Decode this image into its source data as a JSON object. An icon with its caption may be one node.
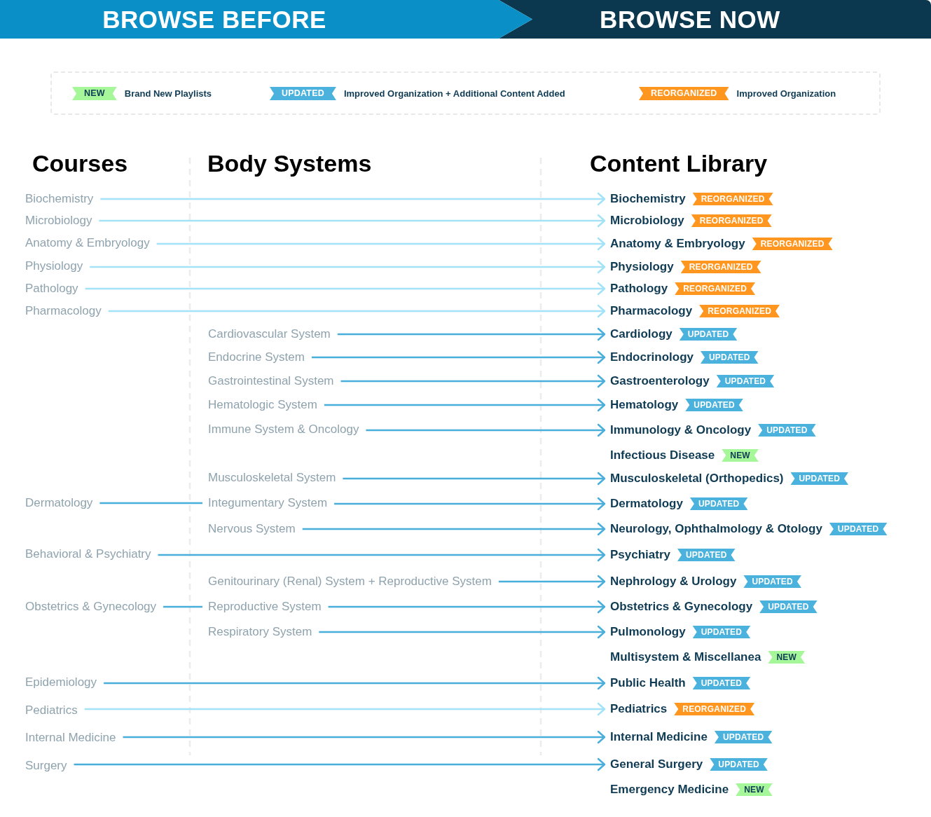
{
  "diagram": {
    "nodes": [
      {
        "text": [
          "BROWSE BEFORE"
        ]
      },
      {
        "text": [
          "BROWSE NOW"
        ]
      },
      {
        "text": [
          "Biochemistry"
        ]
      },
      {
        "text": [
          "Biochemistry"
        ],
        "beside": [
          "REORGANIZED"
        ]
      },
      {
        "text": [
          "Microbiology"
        ]
      },
      {
        "text": [
          "Microbiology"
        ],
        "beside": [
          "REORGANIZED"
        ]
      },
      {
        "text": [
          "Anatomy & Embryology"
        ]
      },
      {
        "text": [
          "Anatomy & Embryology"
        ],
        "beside": [
          "REORGANIZED"
        ]
      },
      {
        "text": [
          "Physiology"
        ]
      },
      {
        "text": [
          "Physiology"
        ],
        "beside": [
          "REORGANIZED"
        ]
      },
      {
        "text": [
          "Pathology"
        ]
      },
      {
        "text": [
          "Pathology"
        ],
        "beside": [
          "REORGANIZED"
        ]
      },
      {
        "text": [
          "Pharmacology"
        ]
      },
      {
        "text": [
          "Pharmacology"
        ],
        "beside": [
          "REORGANIZED"
        ]
      },
      {
        "text": [
          "Cardiovascular System"
        ]
      },
      {
        "text": [
          "Cardiology"
        ],
        "beside": [
          "UPDATED"
        ]
      },
      {
        "text": [
          "Endocrine System"
        ]
      },
      {
        "text": [
          "Endocrinology"
        ],
        "beside": [
          "UPDATED"
        ]
      },
      {
        "text": [
          "Gastrointestinal System"
        ]
      },
      {
        "text": [
          "Gastroenterology"
        ],
        "beside": [
          "UPDATED"
        ]
      },
      {
        "text": [
          "Hematologic System"
        ]
      },
      {
        "text": [
          "Hematology"
        ],
        "beside": [
          "UPDATED"
        ]
      },
      {
        "text": [
          "Immune System & Oncology"
        ]
      },
      {
        "text": [
          "Immunology & Oncology"
        ],
        "beside": [
          "UPDATED"
        ]
      },
      {
        "text": [
          "Infectious Disease"
        ],
        "beside": [
          "NEW"
        ]
      },
      {
        "text": [
          "Musculoskeletal System"
        ]
      },
      {
        "text": [
          "Musculoskeletal (Orthopedics)"
        ],
        "beside": [
          "UPDATED"
        ]
      },
      {
        "text": [
          "Dermatology"
        ]
      },
      {
        "text": [
          "Integumentary System"
        ]
      },
      {
        "text": [
          "Dermatology"
        ],
        "beside": [
          "UPDATED"
        ]
      },
      {
        "text": [
          "Nervous System"
        ]
      },
      {
        "text": [
          "Neurology, Ophthalmology & Otology"
        ],
        "beside": [
          "UPDATED"
        ]
      },
      {
        "text": [
          "Behavioral & Psychiatry"
        ]
      },
      {
        "text": [
          "Psychiatry"
        ],
        "beside": [
          "UPDATED"
        ]
      },
      {
        "text": [
          "Genitourinary (Renal) System + Reproductive System"
        ]
      },
      {
        "text": [
          "Nephrology & Urology"
        ],
        "beside": [
          "UPDATED"
        ]
      },
      {
        "text": [
          "Obstetrics & Gynecology"
        ]
      },
      {
        "text": [
          "Reproductive System"
        ]
      },
      {
        "text": [
          "Obstetrics & Gynecology"
        ],
        "beside": [
          "UPDATED"
        ]
      },
      {
        "text": [
          "Respiratory System"
        ]
      },
      {
        "text": [
          "Pulmonology"
        ],
        "beside": [
          "UPDATED"
        ]
      },
      {
        "text": [
          "Multisystem & Miscellanea"
        ],
        "beside": [
          "NEW"
        ]
      },
      {
        "text": [
          "Epidemiology"
        ]
      },
      {
        "text": [
          "Public Health"
        ],
        "beside": [
          "UPDATED"
        ]
      },
      {
        "text": [
          "Pediatrics"
        ]
      },
      {
        "text": [
          "Pediatrics"
        ],
        "beside": [
          "REORGANIZED"
        ]
      },
      {
        "text": [
          "Internal Medicine"
        ]
      },
      {
        "text": [
          "Internal Medicine"
        ],
        "beside": [
          "UPDATED"
        ]
      },
      {
        "text": [
          "Surgery"
        ]
      },
      {
        "text": [
          "General Surgery"
        ],
        "beside": [
          "UPDATED"
        ]
      },
      {
        "text": [
          "Emergency Medicine"
        ],
        "beside": [
          "NEW"
        ]
      }
    ],
    "edges": [
      {
        "from": 2,
        "to": 3,
        "arrow": "to",
        "color": "#a3e2f7"
      },
      {
        "from": 4,
        "to": 5,
        "arrow": "to",
        "color": "#a3e2f7"
      },
      {
        "from": 6,
        "to": 7,
        "arrow": "to",
        "color": "#a3e2f7"
      },
      {
        "from": 8,
        "to": 9,
        "arrow": "to",
        "color": "#a3e2f7"
      },
      {
        "from": 10,
        "to": 11,
        "arrow": "to",
        "color": "#a3e2f7"
      },
      {
        "from": 12,
        "to": 13,
        "arrow": "to",
        "color": "#a3e2f7"
      },
      {
        "from": 14,
        "to": 15,
        "arrow": "to"
      },
      {
        "from": 16,
        "to": 17,
        "arrow": "to"
      },
      {
        "from": 18,
        "to": 19,
        "arrow": "to"
      },
      {
        "from": 20,
        "to": 21,
        "arrow": "to"
      },
      {
        "from": 22,
        "to": 23,
        "arrow": "to"
      },
      {
        "from": 25,
        "to": 26,
        "arrow": "to"
      },
      {
        "from": 27,
        "to": 28,
        "arrow": "none"
      },
      {
        "from": 28,
        "to": 29,
        "arrow": "to"
      },
      {
        "from": 30,
        "to": 31,
        "arrow": "to"
      },
      {
        "from": 32,
        "to": 33,
        "arrow": "to"
      },
      {
        "from": 34,
        "to": 35,
        "arrow": "to"
      },
      {
        "from": 36,
        "to": 37,
        "arrow": "none"
      },
      {
        "from": 37,
        "to": 38,
        "arrow": "to"
      },
      {
        "from": 39,
        "to": 40,
        "arrow": "to"
      },
      {
        "from": 42,
        "to": 43,
        "arrow": "to"
      },
      {
        "from": 44,
        "to": 45,
        "arrow": "to",
        "color": "#a3e2f7"
      },
      {
        "from": 46,
        "to": 47,
        "arrow": "to"
      },
      {
        "from": 48,
        "to": 49,
        "arrow": "to"
      }
    ],
    "labels": [
      "NEW",
      "UPDATED",
      "REORGANIZED",
      "Courses",
      "Body Systems",
      "Content Library"
    ],
    "legend": [
      {
        "text": "Brand New Playlists",
        "color": "#a6f79a"
      },
      {
        "text": "Improved Organization + Additional Content Added",
        "color": "#4ab2dc"
      },
      {
        "text": "Improved Organization",
        "color": "#ff961f"
      }
    ]
  }
}
